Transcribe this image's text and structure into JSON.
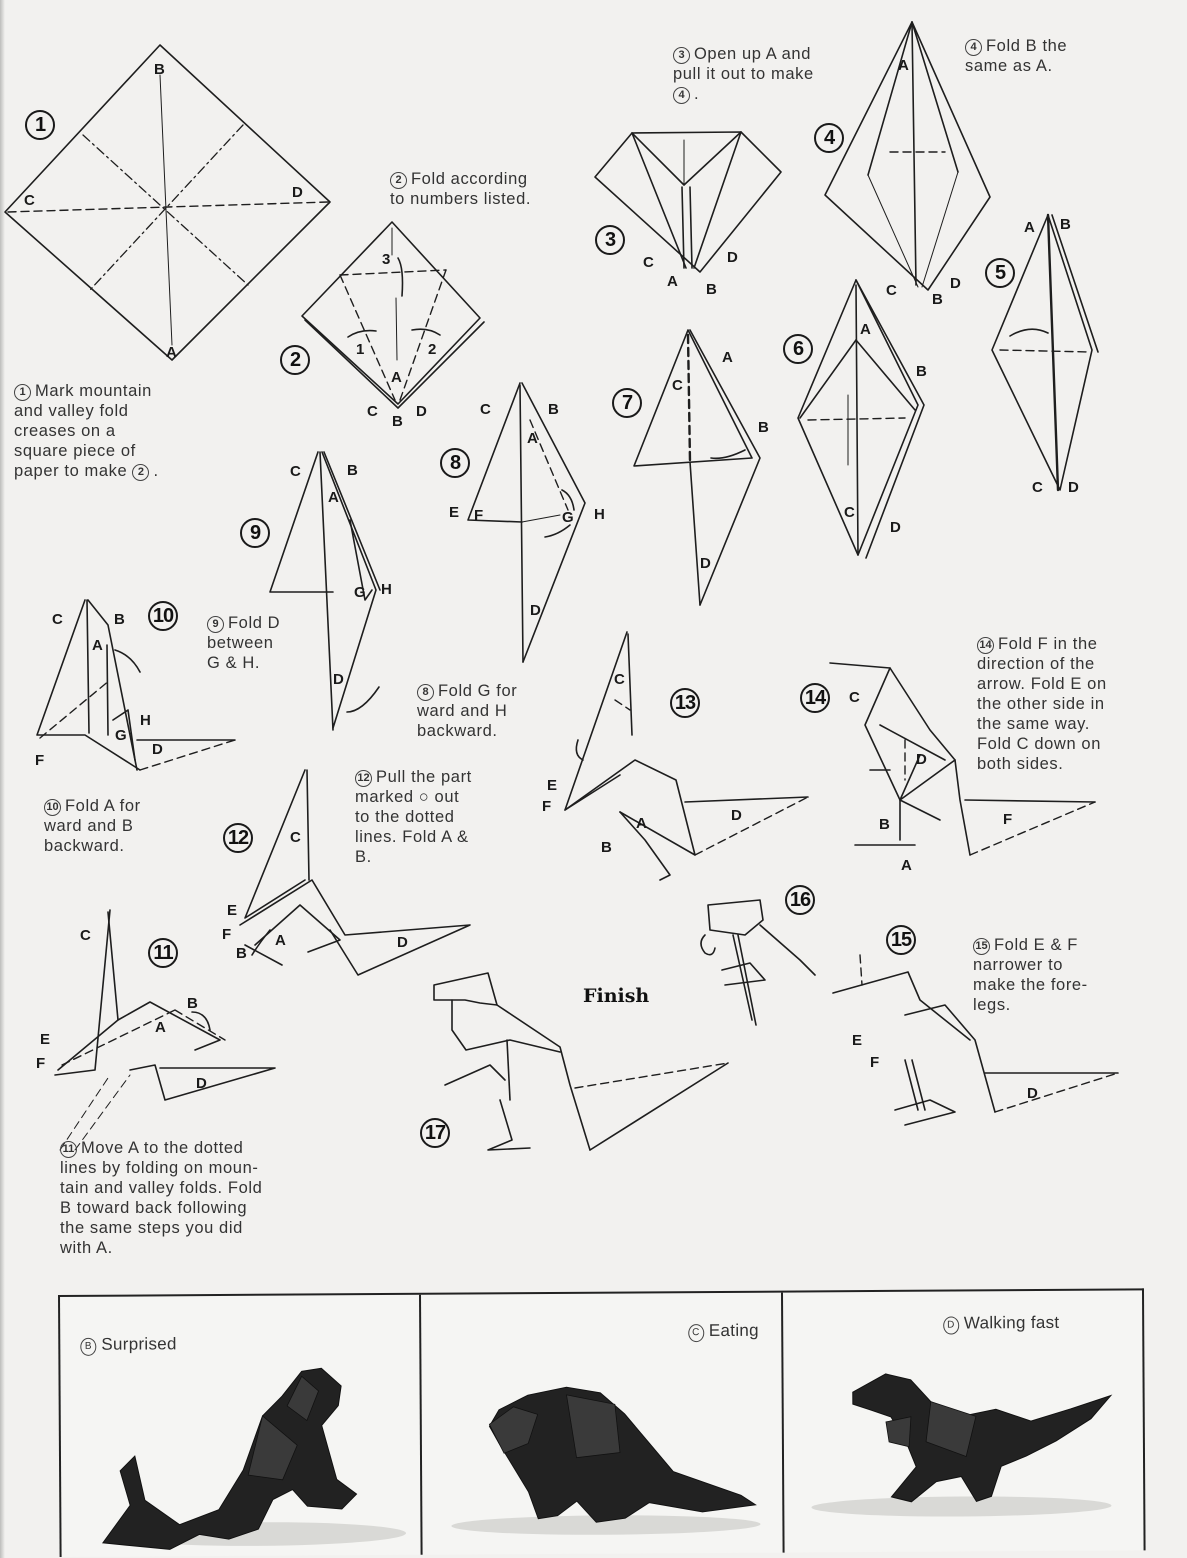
{
  "sheet": {
    "subject": "Origami dinosaur folding instructions",
    "finish_label": "Finish"
  },
  "steps": [
    {
      "number": "1",
      "instruction": "Mark mountain and valley fold creases on a square piece of paper to make",
      "ref": "2",
      "labels": [
        "A",
        "B",
        "C",
        "D"
      ]
    },
    {
      "number": "2",
      "instruction": "Fold according to numbers listed.",
      "labels": [
        "A",
        "B",
        "C",
        "D"
      ],
      "fold_numbers": [
        "1",
        "2",
        "3"
      ]
    },
    {
      "number": "3",
      "instruction": "Open up A and pull it out to make",
      "ref": "4",
      "labels": [
        "A",
        "B",
        "C",
        "D"
      ]
    },
    {
      "number": "4",
      "instruction": "Fold B the same as A.",
      "labels": [
        "A",
        "B",
        "C",
        "D"
      ]
    },
    {
      "number": "5",
      "instruction": "",
      "labels": [
        "A",
        "B",
        "C",
        "D"
      ]
    },
    {
      "number": "6",
      "instruction": "",
      "labels": [
        "A",
        "B",
        "C",
        "D"
      ]
    },
    {
      "number": "7",
      "instruction": "",
      "labels": [
        "A",
        "B",
        "C",
        "D"
      ]
    },
    {
      "number": "8",
      "instruction": "Fold G for ward and H backward.",
      "labels": [
        "A",
        "B",
        "C",
        "D",
        "E",
        "F",
        "G",
        "H"
      ]
    },
    {
      "number": "9",
      "instruction": "Fold D between G & H.",
      "labels": [
        "A",
        "B",
        "C",
        "D",
        "G",
        "H"
      ]
    },
    {
      "number": "10",
      "instruction": "Fold A for ward and B backward.",
      "labels": [
        "A",
        "B",
        "C",
        "D",
        "F",
        "G",
        "H"
      ]
    },
    {
      "number": "11",
      "instruction": "Move A to the dotted lines by folding on mountain and valley folds. Fold B toward back following the same steps you did with A.",
      "labels": [
        "A",
        "B",
        "C",
        "D",
        "E",
        "F"
      ]
    },
    {
      "number": "12",
      "instruction": "Pull the part marked ○ out to the dotted lines. Fold A & B.",
      "labels": [
        "A",
        "B",
        "C",
        "D",
        "E",
        "F"
      ]
    },
    {
      "number": "13",
      "instruction": "",
      "labels": [
        "A",
        "B",
        "C",
        "D",
        "E",
        "F"
      ]
    },
    {
      "number": "14",
      "instruction": "Fold F in the direction of the arrow. Fold E on the other side in the same way. Fold C down on both sides.",
      "labels": [
        "A",
        "B",
        "C",
        "D",
        "F"
      ]
    },
    {
      "number": "15",
      "instruction": "Fold E & F narrower to make the fore-legs.",
      "labels": [
        "D",
        "E",
        "F"
      ]
    },
    {
      "number": "16",
      "instruction": ""
    },
    {
      "number": "17",
      "instruction": ""
    }
  ],
  "notes": {
    "n1": {
      "num": "1",
      "lines": [
        "Mark mountain",
        "and valley fold",
        "creases on a",
        "square piece of",
        "paper to make"
      ],
      "ref": "2"
    },
    "n2": {
      "num": "2",
      "lines": [
        "Fold according",
        "to numbers listed."
      ]
    },
    "n3": {
      "num": "3",
      "lines": [
        "Open up A and",
        "pull it out to make"
      ],
      "ref": "4"
    },
    "n4": {
      "num": "4",
      "lines": [
        "Fold B the",
        "same as A."
      ]
    },
    "n8": {
      "num": "8",
      "lines": [
        "Fold G for",
        "ward and H",
        "backward."
      ]
    },
    "n9": {
      "num": "9",
      "lines": [
        "Fold D",
        "between",
        "G & H."
      ]
    },
    "n10": {
      "num": "10",
      "lines": [
        "Fold A for",
        "ward and B",
        "backward."
      ]
    },
    "n11": {
      "num": "11",
      "lines": [
        "Move A to the dotted",
        "lines by folding on moun-",
        "tain and valley folds. Fold",
        "B toward back following",
        "the same steps you did",
        "with A."
      ]
    },
    "n12": {
      "num": "12",
      "lines": [
        "Pull the part",
        "marked ○ out",
        "to the dotted",
        "lines. Fold A &",
        "B."
      ]
    },
    "n14": {
      "num": "14",
      "lines": [
        "Fold F in the",
        "direction of the",
        "arrow. Fold E on",
        "the other side in",
        "the same way.",
        "Fold C down on",
        "both sides."
      ]
    },
    "n15": {
      "num": "15",
      "lines": [
        "Fold E & F",
        "narrower to",
        "make the fore-",
        "legs."
      ]
    }
  },
  "photo_panels": [
    {
      "letter": "B",
      "caption": "Surprised"
    },
    {
      "letter": "C",
      "caption": "Eating"
    },
    {
      "letter": "D",
      "caption": "Walking fast"
    }
  ]
}
